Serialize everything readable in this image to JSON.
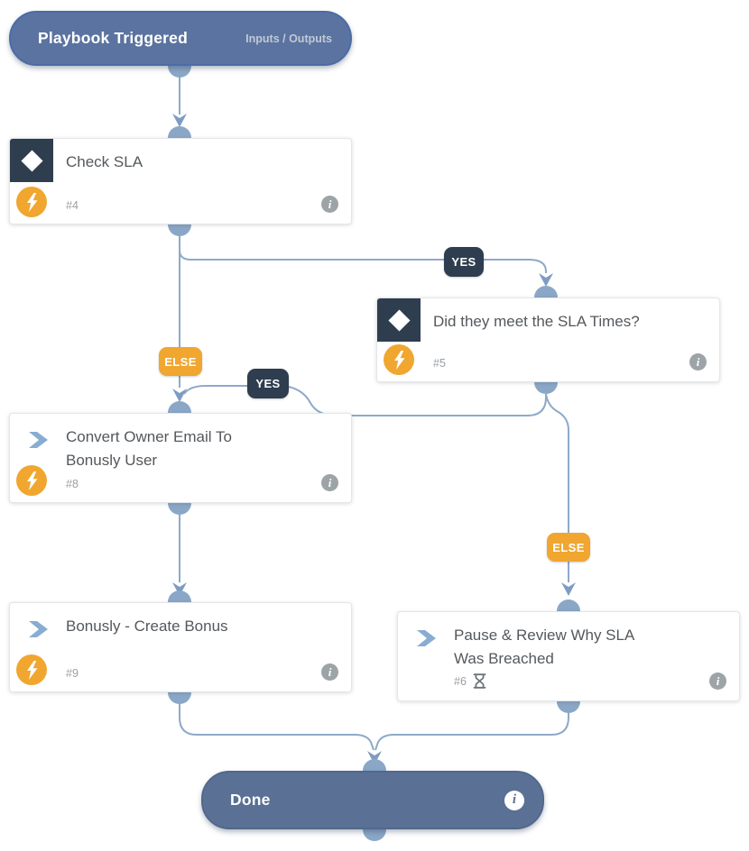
{
  "header": {
    "title": "Playbook Triggered",
    "io_label": "Inputs / Outputs"
  },
  "nodes": [
    {
      "id": "check-sla",
      "title": "Check SLA",
      "number": "#4",
      "type": "condition"
    },
    {
      "id": "meet-sla-times",
      "title": "Did they meet the SLA Times?",
      "number": "#5",
      "type": "condition"
    },
    {
      "id": "convert-owner",
      "title": "Convert Owner Email To Bonusly User",
      "number": "#8",
      "type": "task"
    },
    {
      "id": "bonusly-create",
      "title": "Bonusly - Create Bonus",
      "number": "#9",
      "type": "task"
    },
    {
      "id": "pause-review",
      "title": "Pause & Review Why SLA Was Breached",
      "number": "#6",
      "type": "task-timer"
    }
  ],
  "badges": {
    "yes1": "YES",
    "else1": "ELSE",
    "yes2": "YES",
    "else2": "ELSE"
  },
  "done": {
    "title": "Done"
  },
  "icons": {
    "condition": "diamond-icon",
    "automation": "lightning-bolt-icon",
    "task": "chevron-right-icon",
    "timer": "hourglass-icon",
    "info": "info-icon"
  },
  "colors": {
    "node_blue": "#5b73a0",
    "done_blue": "#5a7095",
    "navy": "#2e3e4e",
    "accent_orange": "#f0a62f",
    "connector": "#8ea9c8",
    "title_text": "#54585c",
    "muted_text": "#9b9fa3"
  }
}
